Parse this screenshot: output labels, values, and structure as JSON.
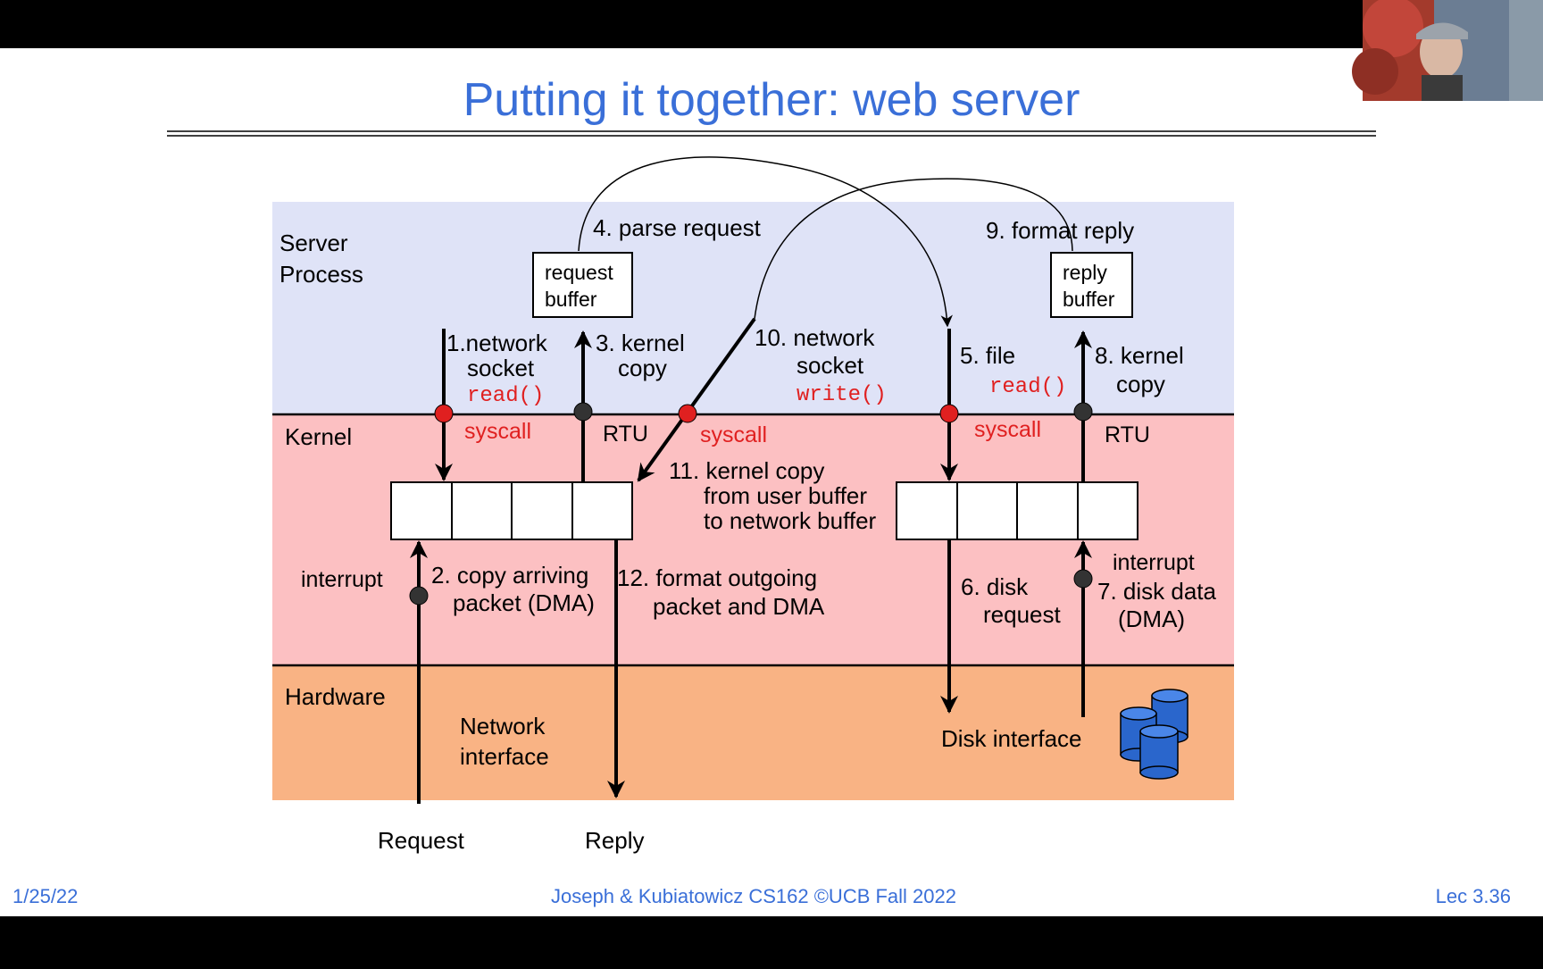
{
  "slide": {
    "title": "Putting it together: web server",
    "footer_date": "1/25/22",
    "footer_center": "Joseph & Kubiatowicz CS162 ©UCB Fall 2022",
    "footer_lecture": "Lec 3.36"
  },
  "layers": {
    "server_line1": "Server",
    "server_line2": "Process",
    "kernel": "Kernel",
    "hardware": "Hardware"
  },
  "colors": {
    "server_band": "#dfe3f7",
    "kernel_band": "#fcc0c2",
    "hardware_band": "#f9b384",
    "title": "#3a6fd8",
    "syscall_red": "#e02020",
    "footer_blue": "#3a6fd8",
    "disk_blue": "#2a66cc"
  },
  "boxes": {
    "request_buffer_1": "request",
    "request_buffer_2": "buffer",
    "reply_buffer_1": "reply",
    "reply_buffer_2": "buffer"
  },
  "steps": {
    "s1_a": "1.network",
    "s1_b": "socket",
    "s1_code": "read()",
    "s2_a": "2. copy arriving",
    "s2_b": "packet (DMA)",
    "s3_a": "3. kernel",
    "s3_b": "copy",
    "s4": "4. parse request",
    "s5_a": "5. file",
    "s5_code": "read()",
    "s6_a": "6. disk",
    "s6_b": "request",
    "s7_a": "7. disk data",
    "s7_b": "(DMA)",
    "s8_a": "8. kernel",
    "s8_b": "copy",
    "s9": "9. format reply",
    "s10_a": "10. network",
    "s10_b": "socket",
    "s10_code": "write()",
    "s11_a": "11. kernel copy",
    "s11_b": "from user buffer",
    "s11_c": "to network buffer",
    "s12_a": "12. format outgoing",
    "s12_b": "packet and DMA"
  },
  "labels": {
    "syscall": "syscall",
    "rtu": "RTU",
    "interrupt": "interrupt",
    "network_interface_1": "Network",
    "network_interface_2": "interface",
    "disk_interface": "Disk interface",
    "request": "Request",
    "reply": "Reply"
  }
}
